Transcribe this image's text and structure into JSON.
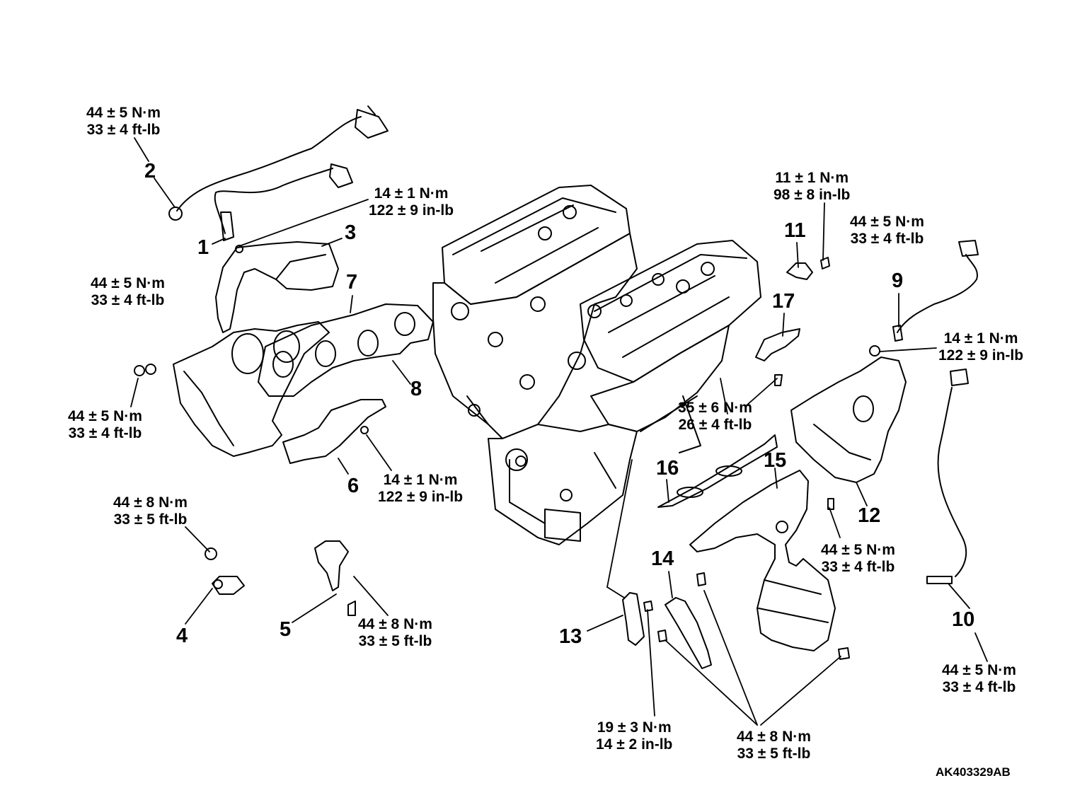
{
  "figure_id": "AK403329AB",
  "callouts": {
    "c1": "1",
    "c2": "2",
    "c3": "3",
    "c4": "4",
    "c5": "5",
    "c6": "6",
    "c7": "7",
    "c8": "8",
    "c9": "9",
    "c10": "10",
    "c11": "11",
    "c12": "12",
    "c13": "13",
    "c14": "14",
    "c15": "15",
    "c16": "16",
    "c17": "17"
  },
  "torques": {
    "t2": {
      "metric": "44 ± 5 N·m",
      "imperial": "33 ± 4 ft-lb"
    },
    "t3": {
      "metric": "14 ± 1 N·m",
      "imperial": "122 ± 9 in-lb"
    },
    "t1": {
      "metric": "44 ± 5 N·m",
      "imperial": "33 ± 4 ft-lb"
    },
    "tnut": {
      "metric": "44 ± 5 N·m",
      "imperial": "33 ± 4 ft-lb"
    },
    "t6": {
      "metric": "14 ± 1 N·m",
      "imperial": "122 ± 9 in-lb"
    },
    "t4": {
      "metric": "44 ± 8 N·m",
      "imperial": "33 ± 5 ft-lb"
    },
    "t5": {
      "metric": "44 ± 8 N·m",
      "imperial": "33 ± 5 ft-lb"
    },
    "t11": {
      "metric": "11 ± 1 N·m",
      "imperial": "98 ± 8 in-lb"
    },
    "t9": {
      "metric": "44 ± 5 N·m",
      "imperial": "33 ± 4 ft-lb"
    },
    "t12": {
      "metric": "14 ± 1 N·m",
      "imperial": "122 ± 9 in-lb"
    },
    "t17": {
      "metric": "35 ± 6 N·m",
      "imperial": "26 ± 4 ft-lb"
    },
    "t15": {
      "metric": "44 ± 5 N·m",
      "imperial": "33 ± 4 ft-lb"
    },
    "t10": {
      "metric": "44 ± 5 N·m",
      "imperial": "33 ± 4 ft-lb"
    },
    "t13": {
      "metric": "19 ± 3 N·m",
      "imperial": "14 ± 2 in-lb"
    },
    "t14": {
      "metric": "44 ± 8 N·m",
      "imperial": "33 ± 5 ft-lb"
    }
  }
}
